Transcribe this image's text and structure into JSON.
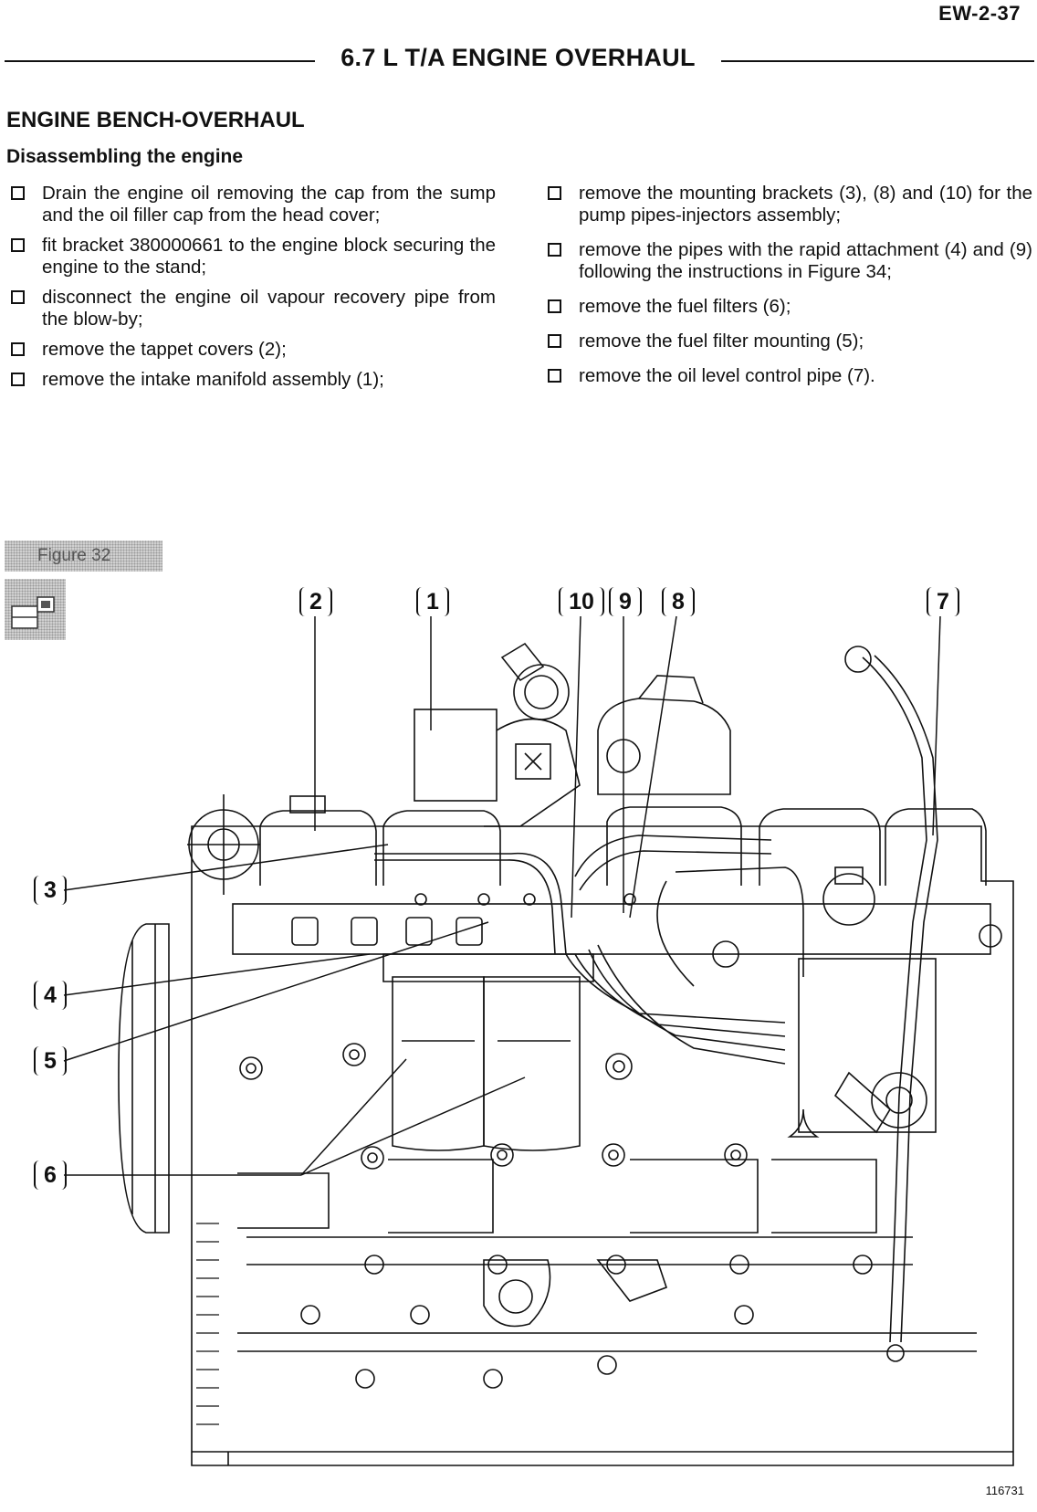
{
  "header": {
    "page_number": "EW-2-37",
    "chapter_title": "6.7 L T/A ENGINE OVERHAUL"
  },
  "section": {
    "title": "ENGINE BENCH-OVERHAUL",
    "subtitle": "Disassembling the engine"
  },
  "steps_left": [
    "Drain the engine oil removing the cap from the sump and the oil filler cap from the head cover;",
    "fit bracket 380000661 to the engine block securing the engine to the stand;",
    "disconnect the engine oil vapour recovery pipe from the blow-by;",
    "remove the tappet covers (2);",
    "remove the intake manifold assembly (1);"
  ],
  "steps_right": [
    "remove the mounting brackets (3), (8) and (10) for the pump pipes-injectors assembly;",
    "remove the pipes with the rapid attachment (4) and (9) following the instructions in Figure 34;",
    "remove the fuel filters (6);",
    "remove the fuel filter mounting (5);",
    "remove the oil level control pipe (7)."
  ],
  "figure": {
    "label": "Figure 32",
    "callouts": {
      "c1": "1",
      "c2": "2",
      "c3": "3",
      "c4": "4",
      "c5": "5",
      "c6": "6",
      "c7": "7",
      "c8": "8",
      "c9": "9",
      "c10": "10"
    },
    "drawing_number": "116731"
  }
}
